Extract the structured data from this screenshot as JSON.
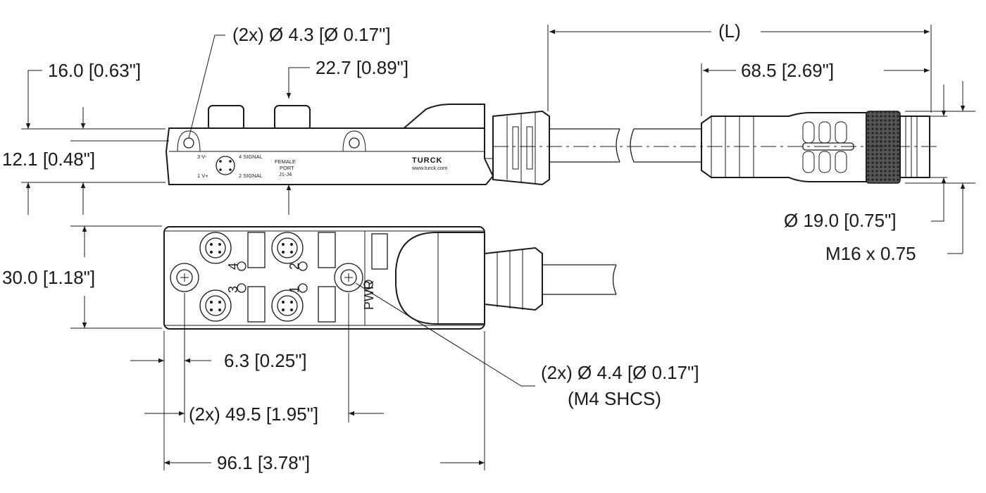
{
  "dimensions": {
    "mount_hole_top": "(2x) Ø 4.3 [Ø 0.17\"]",
    "height_16": "16.0 [0.63\"]",
    "offset_22": "22.7 [0.89\"]",
    "height_12": "12.1 [0.48\"]",
    "length_L": "(L)",
    "connector_68": "68.5 [2.69\"]",
    "diameter_19": "Ø 19.0 [0.75\"]",
    "thread": "M16 x 0.75",
    "width_30": "30.0 [1.18\"]",
    "offset_6": "6.3 [0.25\"]",
    "mount_hole_bottom": "(2x) Ø 4.4 [Ø 0.17\"]",
    "screw": "(M4 SHCS)",
    "spacing_49": "(2x) 49.5 [1.95\"]",
    "length_96": "96.1 [3.78\"]"
  },
  "labels": {
    "pin3": "3 V-",
    "pin4": "4 SIGNAL",
    "pin1": "1 V+",
    "pin2": "2 SIGNAL",
    "female_line1": "FEMALE",
    "female_line2": "PORT",
    "female_line3": "J1-J4",
    "brand": "TURCK",
    "website": "www.turck.com",
    "port1": "1",
    "port2": "2",
    "port3": "3",
    "port4": "4",
    "pwr": "PWR"
  }
}
